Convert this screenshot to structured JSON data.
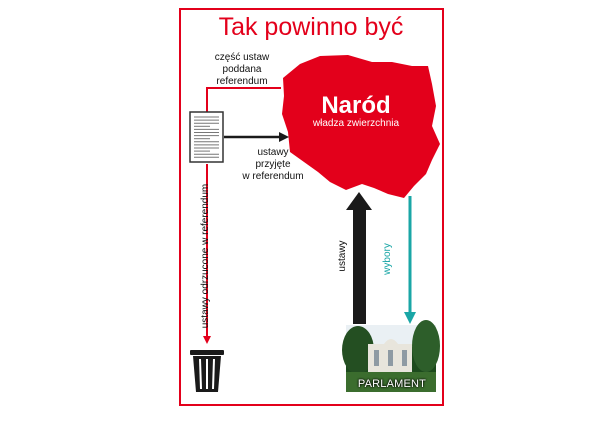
{
  "title": "Tak powinno być",
  "nation": {
    "name": "Naród",
    "subtitle": "władza zwierzchnia"
  },
  "flows": {
    "referendum_part": [
      "część ustaw",
      "poddana",
      "referendum"
    ],
    "accepted": [
      "ustawy",
      "przyjęte",
      "w referendum"
    ],
    "rejected": "ustawy odrzucone w referendum",
    "laws": "ustawy",
    "elections": "wybory"
  },
  "parliament": {
    "label": "PARLAMENT"
  },
  "colors": {
    "map": "#e3001b",
    "frame": "#e3001b",
    "rejected_arrow": "#e3001b",
    "laws_arrow": "#1a1a1a",
    "elections_arrow": "#1aa6a6"
  }
}
